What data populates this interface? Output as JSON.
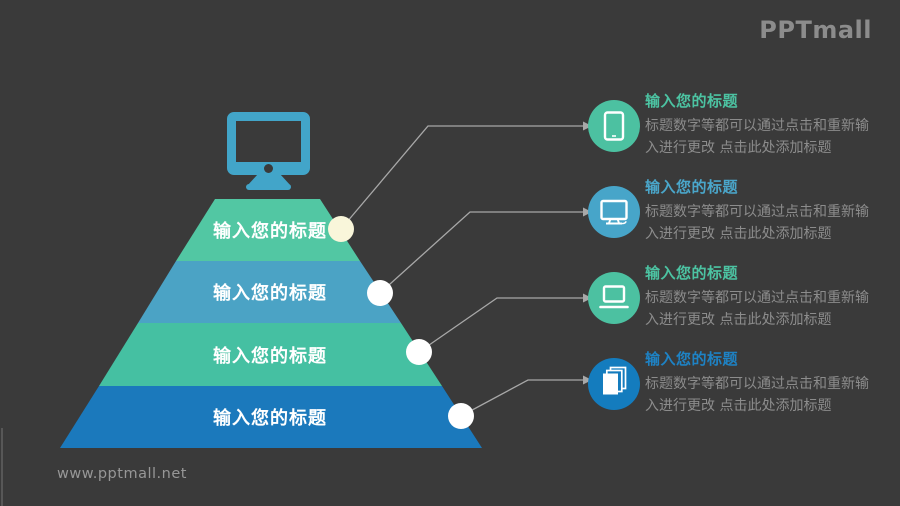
{
  "brand": {
    "logo": "PPTmall",
    "website": "www.pptmall.net"
  },
  "colors": {
    "background": "#3A3A3A",
    "pyramid_green_1": "#52C7A3",
    "pyramid_blue_1": "#4BA3C5",
    "pyramid_green_2": "#45C0A2",
    "pyramid_blue_2": "#1B79BC",
    "big_monitor_blue": "#42A5C9",
    "circle_green": "#4CC1A1",
    "circle_blue": "#47A5C9",
    "circle_darkblue": "#147CBE",
    "title_green": "#4CC3A2",
    "title_blue": "#4AA6CA",
    "title_darkblue": "#1E82C4",
    "body_gray": "#8C8C8C",
    "connector_gray": "#A8A8A8",
    "dot_cream": "#F9F6DA",
    "dot_white": "#FFFFFF"
  },
  "pyramid": {
    "top_icon": "monitor-icon",
    "levels": [
      {
        "label": "输入您的标题",
        "color": "#52C7A3"
      },
      {
        "label": "输入您的标题",
        "color": "#4BA3C5"
      },
      {
        "label": "输入您的标题",
        "color": "#45C0A2"
      },
      {
        "label": "输入您的标题",
        "color": "#1B79BC"
      }
    ]
  },
  "callouts": [
    {
      "icon": "tablet-icon",
      "circle_color": "#4CC1A1",
      "title": "输入您的标题",
      "title_color": "#4CC3A2",
      "body_line1": "标题数字等都可以通过点击和重新输",
      "body_line2": "入进行更改 点击此处添加标题"
    },
    {
      "icon": "monitor-icon",
      "circle_color": "#47A5C9",
      "title": "输入您的标题",
      "title_color": "#4AA6CA",
      "body_line1": "标题数字等都可以通过点击和重新输",
      "body_line2": "入进行更改 点击此处添加标题"
    },
    {
      "icon": "laptop-icon",
      "circle_color": "#4CC1A1",
      "title": "输入您的标题",
      "title_color": "#4CC3A2",
      "body_line1": "标题数字等都可以通过点击和重新输",
      "body_line2": "入进行更改 点击此处添加标题"
    },
    {
      "icon": "documents-icon",
      "circle_color": "#147CBE",
      "title": "输入您的标题",
      "title_color": "#1E82C4",
      "body_line1": "标题数字等都可以通过点击和重新输",
      "body_line2": "入进行更改 点击此处添加标题"
    }
  ]
}
